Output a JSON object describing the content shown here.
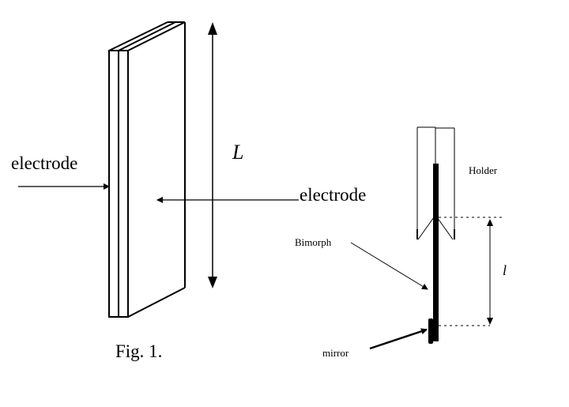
{
  "figure": {
    "caption": "Fig. 1.",
    "colors": {
      "ink": "#000000",
      "background": "#ffffff"
    }
  },
  "left_panel": {
    "label_electrode_left": "electrode",
    "label_electrode_right": "electrode",
    "label_length": "L"
  },
  "right_panel": {
    "label_holder": "Holder",
    "label_bimorph": "Bimorph",
    "label_mirror": "mirror",
    "label_length": "l"
  }
}
